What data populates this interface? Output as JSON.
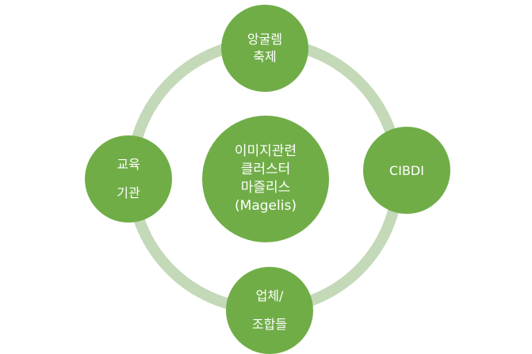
{
  "colors": {
    "node_fill": "#70ad47",
    "ring": "#c3d9b8",
    "text": "#ffffff"
  },
  "diagram": {
    "center": {
      "lines": [
        "이미지관련",
        "클러스터",
        "마즐리스",
        "(Magelis)"
      ]
    },
    "top": {
      "lines": [
        "앙굴렘",
        "축제"
      ]
    },
    "right": {
      "lines": [
        "CIBDI"
      ]
    },
    "bottom": {
      "lines": [
        "업체/",
        "조합들"
      ]
    },
    "left": {
      "lines": [
        "교육",
        "기관"
      ]
    }
  }
}
